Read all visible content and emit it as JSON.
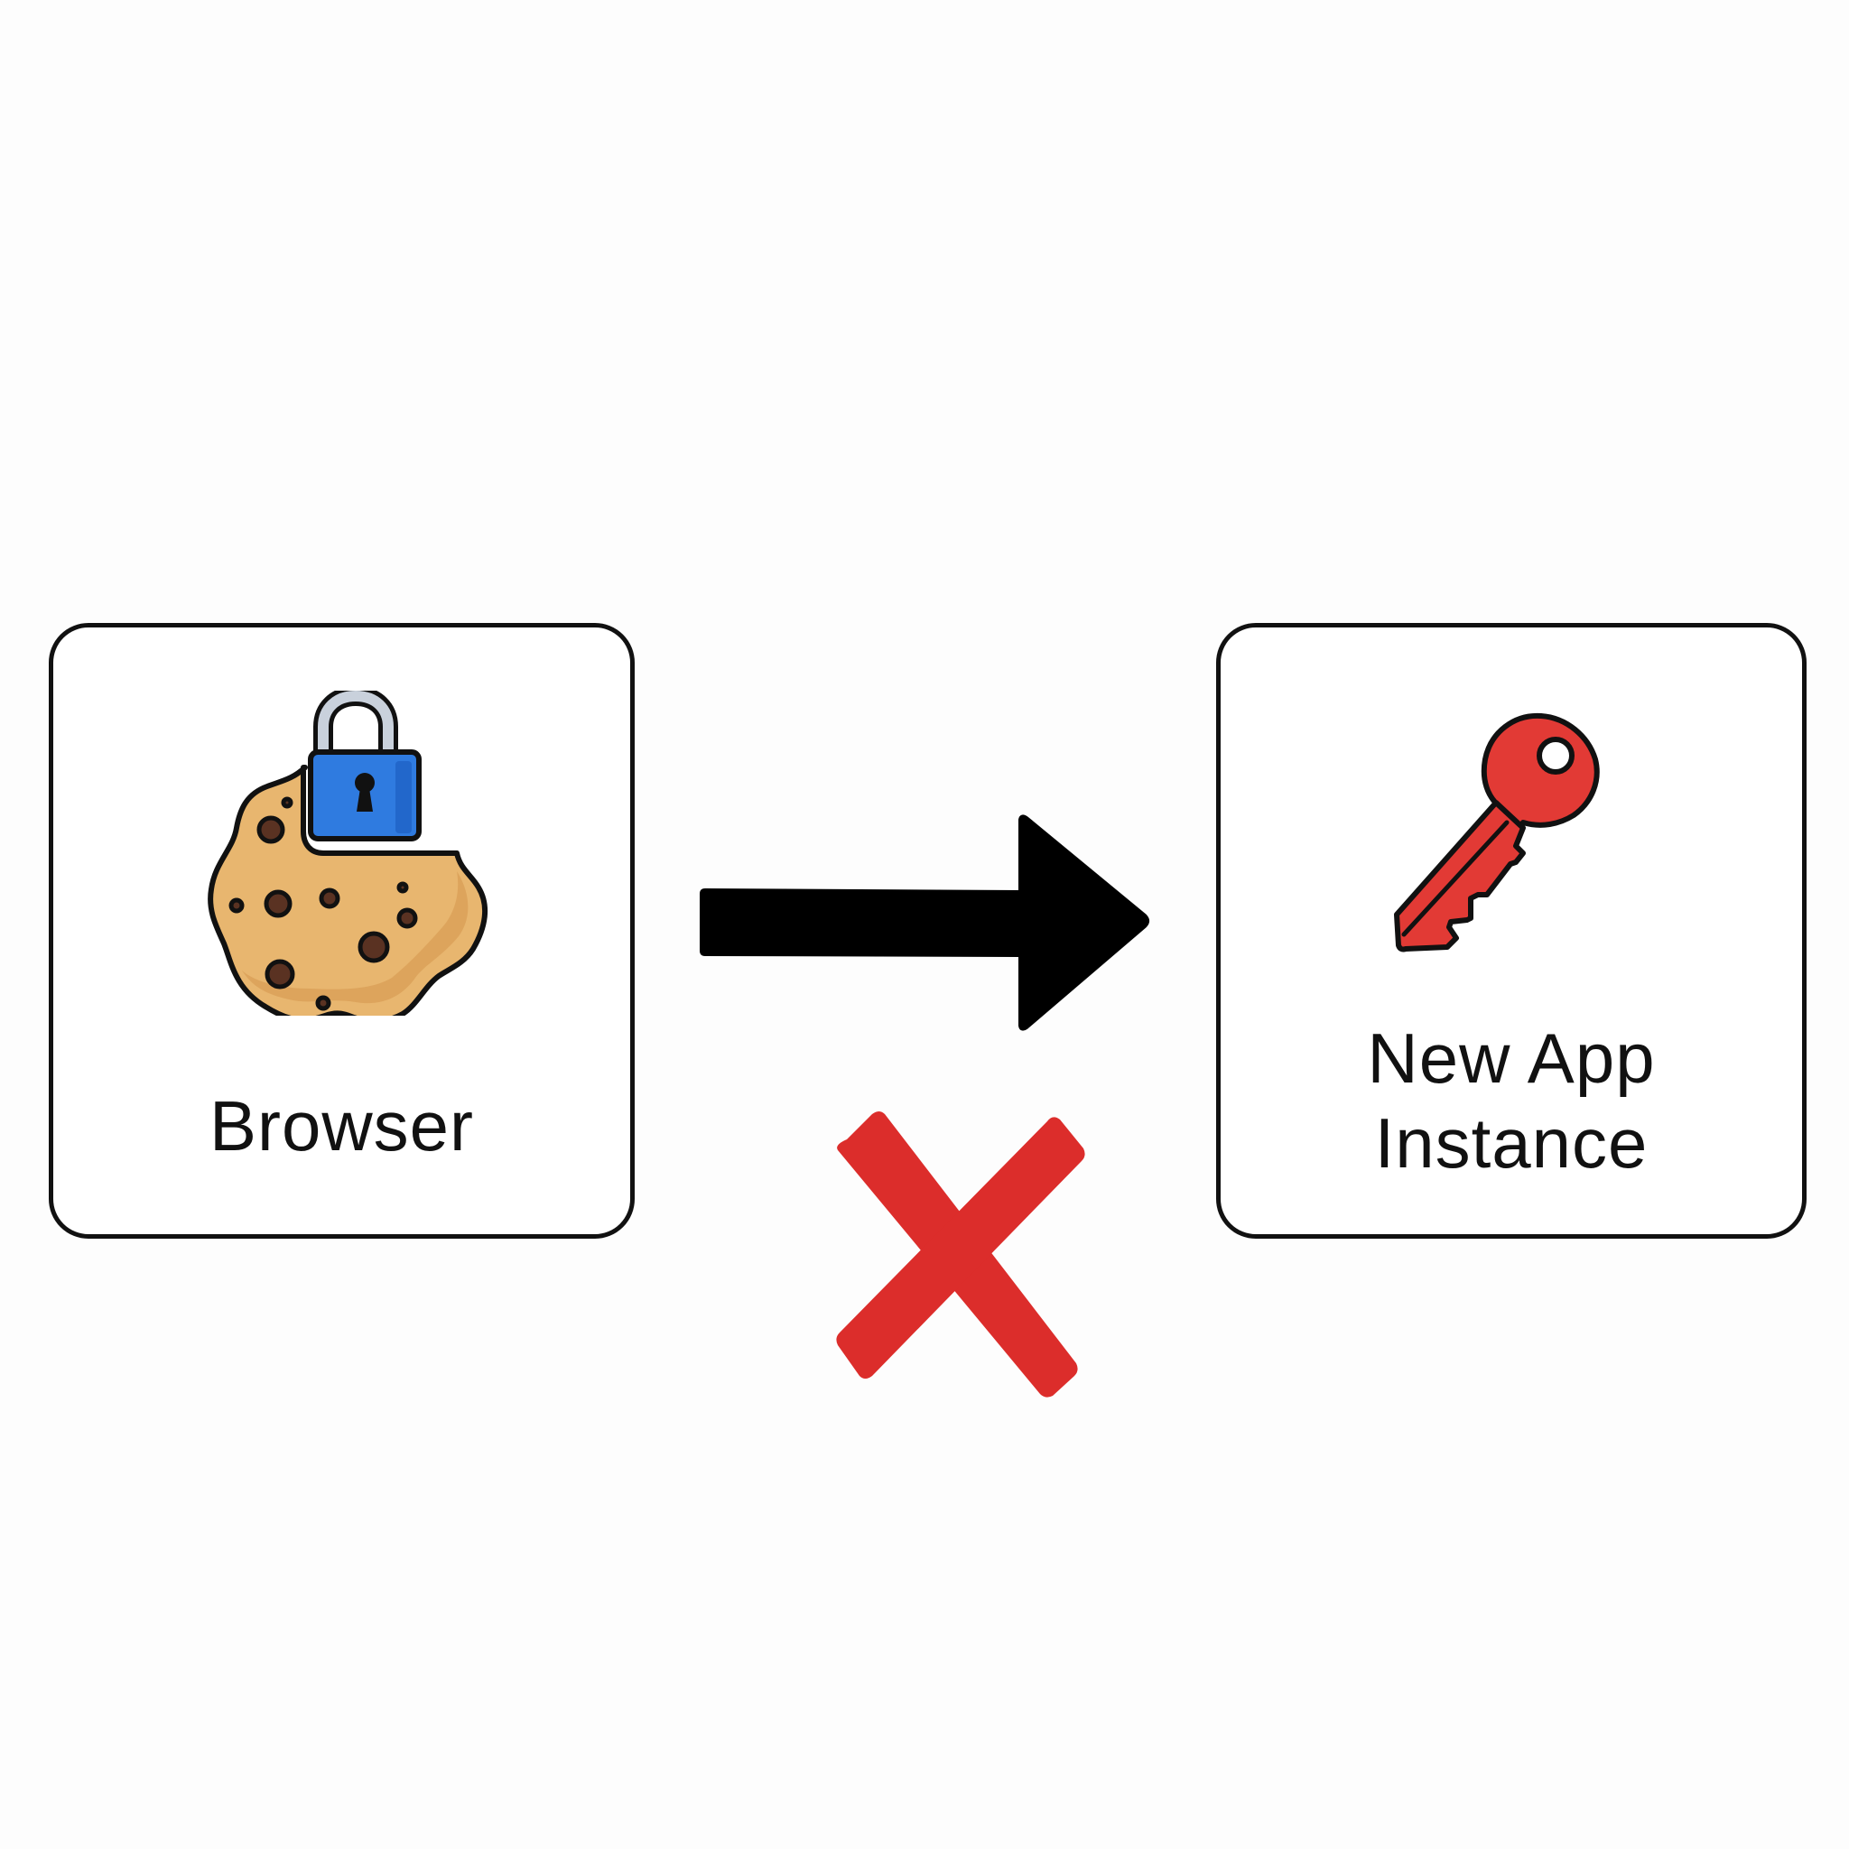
{
  "nodes": {
    "source": {
      "label": "Browser",
      "icon": "cookie-lock-icon"
    },
    "target": {
      "label": "New App\nInstance",
      "icon": "key-icon"
    }
  },
  "edge": {
    "from": "source",
    "to": "target",
    "icon": "arrow-right-icon",
    "status": "blocked",
    "status_icon": "red-x-icon"
  },
  "colors": {
    "outline": "#111111",
    "cookie_fill": "#e8b66f",
    "cookie_chips": "#5a3222",
    "lock_fill": "#2f7be0",
    "lock_shackle": "#c9d1dc",
    "key_fill": "#e23a35",
    "x_mark": "#dc2d2b"
  }
}
